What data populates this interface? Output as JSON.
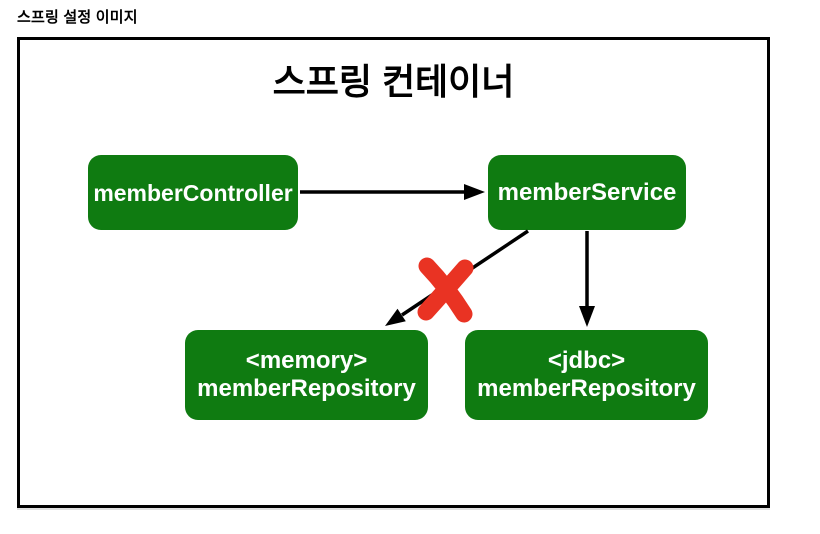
{
  "page": {
    "title": "스프링 설정 이미지"
  },
  "container": {
    "title": "스프링 컨테이너"
  },
  "nodes": {
    "member_controller": {
      "label": "memberController"
    },
    "member_service": {
      "label": "memberService"
    },
    "memory_member_repository": {
      "line1": "<memory>",
      "line2": "memberRepository"
    },
    "jdbc_member_repository": {
      "line1": "<jdbc>",
      "line2": "memberRepository"
    }
  },
  "edges": [
    {
      "from": "memberController",
      "to": "memberService",
      "type": "arrow",
      "crossed_out": false
    },
    {
      "from": "memberService",
      "to": "<memory> memberRepository",
      "type": "arrow",
      "crossed_out": true
    },
    {
      "from": "memberService",
      "to": "<jdbc> memberRepository",
      "type": "arrow",
      "crossed_out": false
    }
  ],
  "colors": {
    "node_green": "#0f7b11",
    "node_text": "#ffffff",
    "arrow_black": "#000000",
    "x_red": "#e93323",
    "border_black": "#000000"
  }
}
